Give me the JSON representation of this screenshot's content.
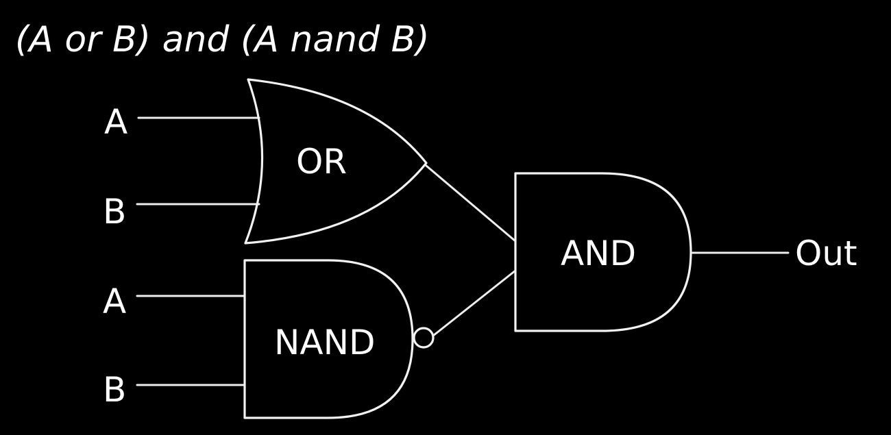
{
  "title": "(A or B) and (A nand  B)",
  "inputs": [
    "A",
    "B",
    "A",
    "B"
  ],
  "gates": {
    "or": "OR",
    "nand": "NAND",
    "and": "AND"
  },
  "output": "Out",
  "colors": {
    "background": "#000000",
    "stroke": "#f2f2f2"
  }
}
